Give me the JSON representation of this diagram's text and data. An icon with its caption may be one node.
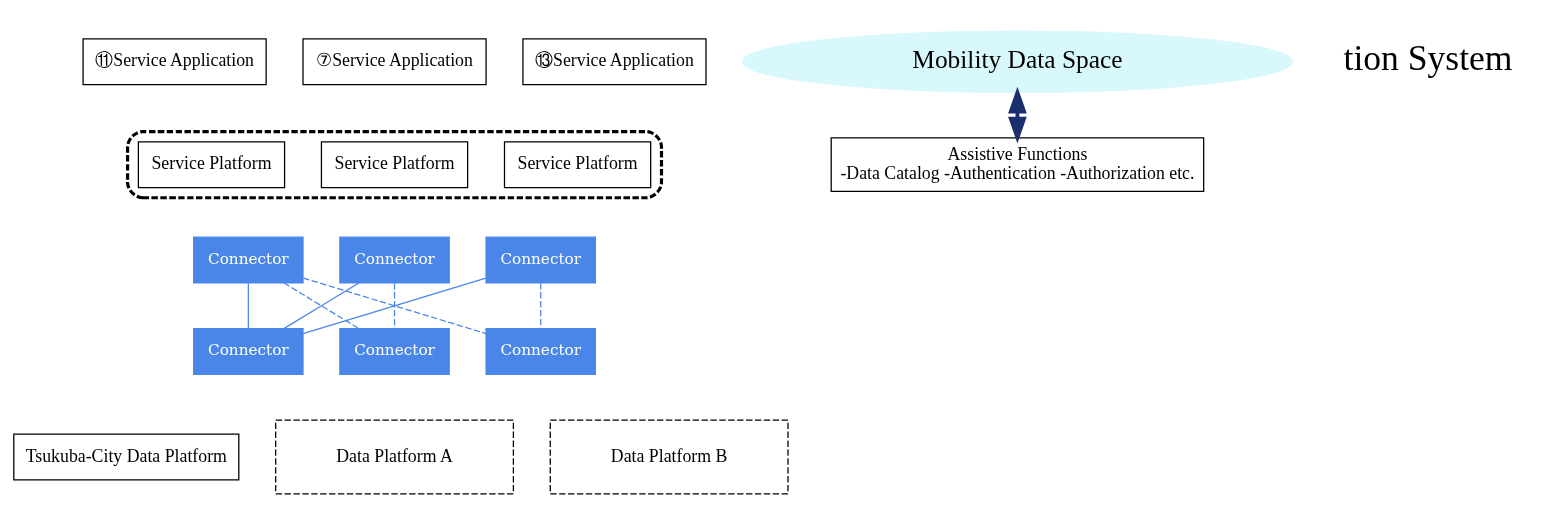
{
  "diagram": {
    "nodes": [
      {
        "text": [
          "⑪Service Application"
        ]
      },
      {
        "text": [
          "⑦Service Application"
        ]
      },
      {
        "text": [
          "⑬Service Application"
        ]
      },
      {
        "text": [],
        "shape": "box"
      },
      {
        "text": [
          "Service Platform"
        ],
        "in": 3
      },
      {
        "text": [
          "Service Platform"
        ],
        "in": 3
      },
      {
        "text": [
          "Service Platform"
        ],
        "in": 3
      },
      {
        "text": [
          "Connector"
        ]
      },
      {
        "text": [
          "Connector"
        ]
      },
      {
        "text": [
          "Connector"
        ]
      },
      {
        "text": [
          "Mobility Data Space"
        ]
      },
      {
        "text": [
          "Connector"
        ]
      },
      {
        "text": [
          "Tsukuba-City Data Platform"
        ]
      },
      {
        "text": [
          "Connector"
        ]
      },
      {
        "text": [
          "Data Platform A"
        ]
      },
      {
        "text": [
          "Connector"
        ]
      },
      {
        "text": [
          "Data Platform B"
        ]
      },
      {
        "text": [
          "Assistive Functions",
          "-Data Catalog -Authentication -Authorization etc."
        ]
      }
    ],
    "edges": [
      {
        "from": 7,
        "to": 11,
        "arrow": "none"
      },
      {
        "from": 8,
        "to": 11,
        "arrow": "none"
      },
      {
        "from": 9,
        "to": 11,
        "arrow": "none"
      },
      {
        "from": 7,
        "to": 13,
        "arrow": "none",
        "style": "dashed"
      },
      {
        "from": 7,
        "to": 15,
        "arrow": "none",
        "style": "dashed"
      },
      {
        "from": 8,
        "to": 13,
        "arrow": "none",
        "style": "dashed"
      },
      {
        "from": 9,
        "to": 15,
        "arrow": "none",
        "style": "dashed"
      },
      {
        "from": 10,
        "to": 17,
        "arrow": "both",
        "style": "thick",
        "color": "#1a2f6e"
      }
    ],
    "labels": [
      "tion System"
    ]
  }
}
